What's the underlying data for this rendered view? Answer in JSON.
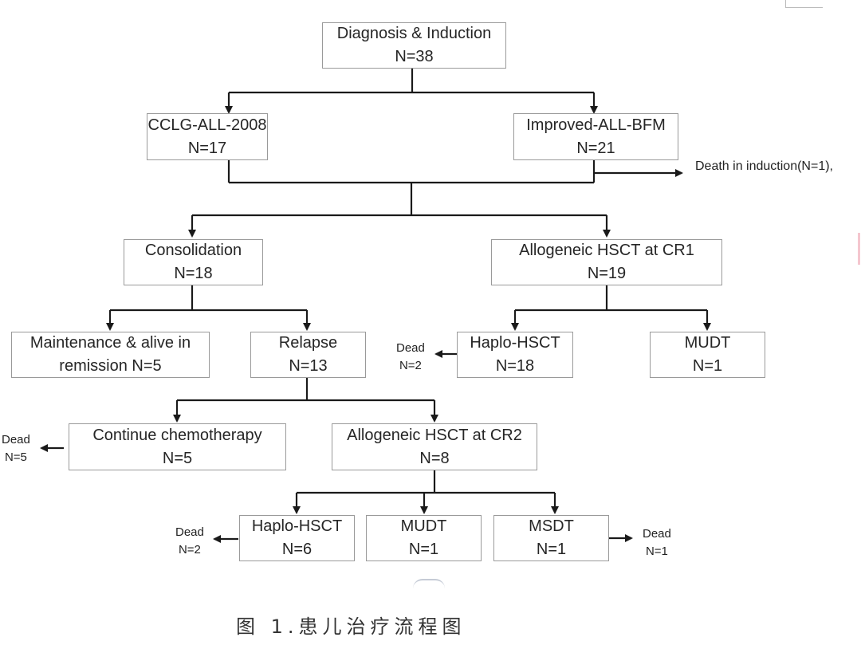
{
  "diagram": {
    "title": "Treatment flowchart",
    "nodes": {
      "diagnosis": {
        "label": "Diagnosis & Induction",
        "count": "N=38"
      },
      "cclg": {
        "label": "CCLG-ALL-2008",
        "count": "N=17"
      },
      "bfm": {
        "label": "Improved-ALL-BFM",
        "count": "N=21"
      },
      "consolidation": {
        "label": "Consolidation",
        "count": "N=18"
      },
      "hsct_cr1": {
        "label": "Allogeneic HSCT at CR1",
        "count": "N=19"
      },
      "maintenance": {
        "label": "Maintenance & alive in",
        "count": "remission N=5"
      },
      "relapse": {
        "label": "Relapse",
        "count": "N=13"
      },
      "haplo_cr1": {
        "label": "Haplo-HSCT",
        "count": "N=18"
      },
      "mudt_cr1": {
        "label": "MUDT",
        "count": "N=1"
      },
      "chemo": {
        "label": "Continue chemotherapy",
        "count": "N=5"
      },
      "hsct_cr2": {
        "label": "Allogeneic HSCT at CR2",
        "count": "N=8"
      },
      "haplo_cr2": {
        "label": "Haplo-HSCT",
        "count": "N=6"
      },
      "mudt_cr2": {
        "label": "MUDT",
        "count": "N=1"
      },
      "msdt_cr2": {
        "label": "MSDT",
        "count": "N=1"
      }
    },
    "outcomes": {
      "death_induction": "Death in induction(N=1),",
      "dead_haplo_cr1": {
        "label": "Dead",
        "count": "N=2"
      },
      "dead_chemo": {
        "label": "Dead",
        "count": "N=5"
      },
      "dead_haplo_cr2": {
        "label": "Dead",
        "count": "N=2"
      },
      "dead_msdt_cr2": {
        "label": "Dead",
        "count": "N=1"
      }
    },
    "caption": "图 1.患儿治疗流程图",
    "colors": {
      "line": "#1a1a1a",
      "box_border": "#9a9a9a",
      "text": "#262626"
    }
  }
}
